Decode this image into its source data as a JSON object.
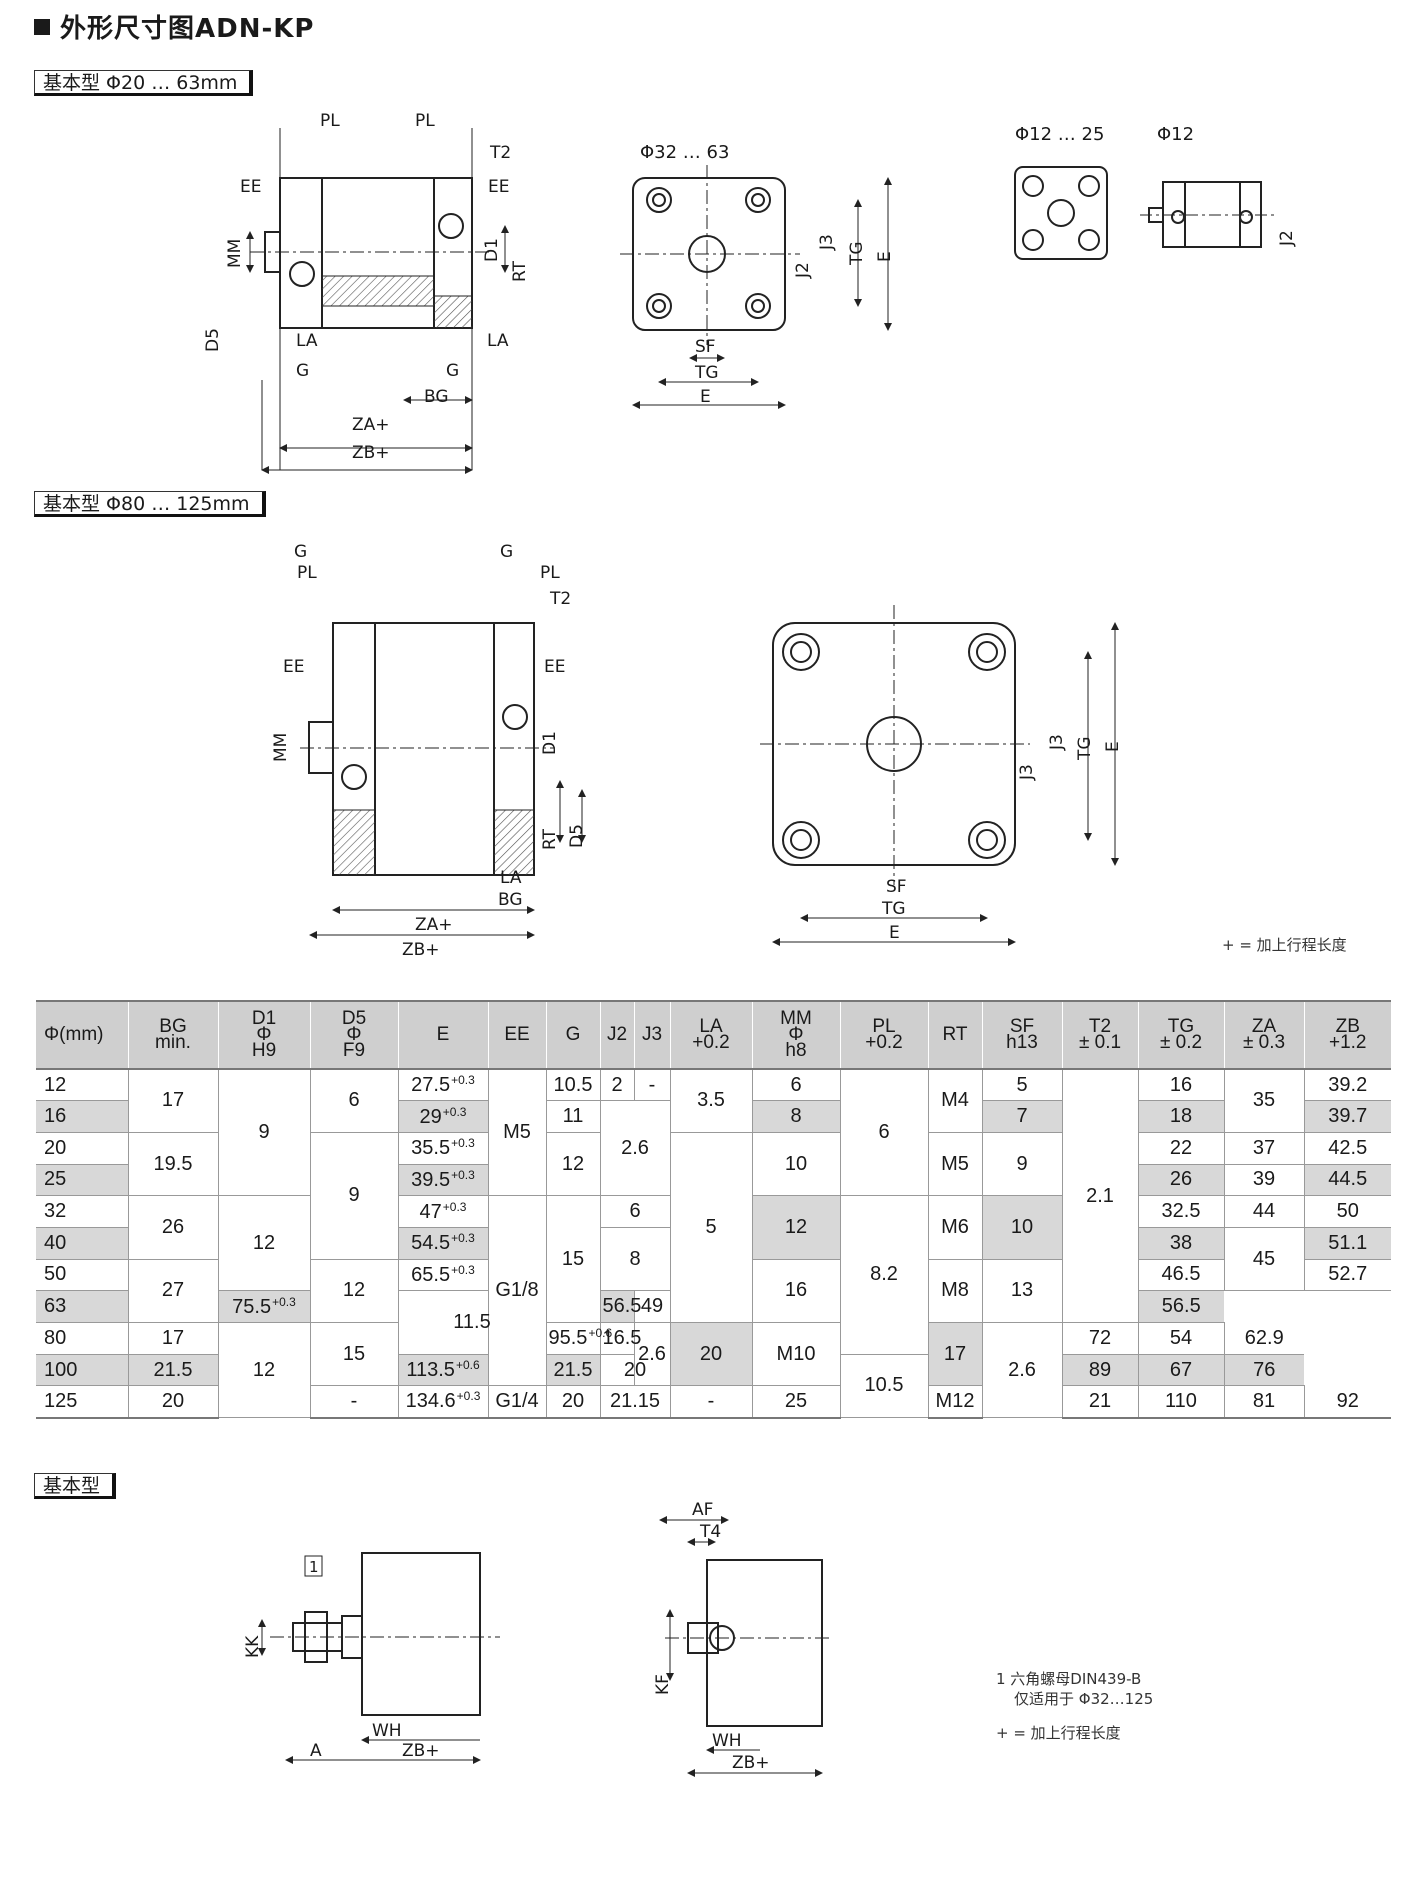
{
  "title": "外形尺寸图ADN-KP",
  "sections": {
    "basic_small": "基本型 Φ20 … 63mm",
    "basic_large": "基本型 Φ80 … 125mm",
    "basic": "基本型"
  },
  "view_labels": {
    "phi32_63": "Φ32 … 63",
    "phi12_25": "Φ12 … 25",
    "phi12": "Φ12"
  },
  "dims": {
    "PL": "PL",
    "T2": "T2",
    "EE": "EE",
    "MM": "MM",
    "D1": "D1",
    "RT": "RT",
    "D5": "D5",
    "LA": "LA",
    "G": "G",
    "BG": "BG",
    "ZA": "ZA+",
    "ZB": "ZB+",
    "J2": "J2",
    "J3": "J3",
    "TG": "TG",
    "E": "E",
    "SF": "SF",
    "KK": "KK",
    "A": "A",
    "WH": "WH",
    "AF": "AF",
    "T4": "T4",
    "KF": "KF",
    "callout": "1"
  },
  "notes": {
    "stroke_top": "+ =    加上行程长度",
    "nut_line1": "1 六角螺母DIN439-B",
    "nut_line2": "仅适用于 Φ32…125",
    "stroke_bottom": "+ = 加上行程长度"
  },
  "table": {
    "headers": [
      [
        "Φ(mm)"
      ],
      [
        "BG",
        "min."
      ],
      [
        "D1",
        "Φ",
        "H9"
      ],
      [
        "D5",
        "Φ",
        "F9"
      ],
      [
        "E"
      ],
      [
        "EE"
      ],
      [
        "G"
      ],
      [
        "J2"
      ],
      [
        "J3"
      ],
      [
        "LA",
        "+0.2"
      ],
      [
        "MM",
        "Φ",
        "h8"
      ],
      [
        "PL",
        "+0.2"
      ],
      [
        "RT"
      ],
      [
        "SF",
        "h13"
      ],
      [
        "T2",
        "± 0.1"
      ],
      [
        "TG",
        "± 0.2"
      ],
      [
        "ZA",
        "± 0.3"
      ],
      [
        "ZB",
        "+1.2"
      ]
    ],
    "phi": [
      "12",
      "16",
      "20",
      "25",
      "32",
      "40",
      "50",
      "63",
      "80",
      "100",
      "125"
    ],
    "BG": [
      "17",
      "19.5",
      "26",
      "27",
      "17",
      "21.5",
      "20"
    ],
    "D1": [
      "9",
      "12"
    ],
    "D5": [
      "6",
      "9",
      "12",
      "15",
      "-"
    ],
    "E": [
      {
        "v": "27.5",
        "tol": "+0.3"
      },
      {
        "v": "29",
        "tol": "+0.3"
      },
      {
        "v": "35.5",
        "tol": "+0.3"
      },
      {
        "v": "39.5",
        "tol": "+0.3"
      },
      {
        "v": "47",
        "tol": "+0.3"
      },
      {
        "v": "54.5",
        "tol": "+0.3"
      },
      {
        "v": "65.5",
        "tol": "+0.3"
      },
      {
        "v": "75.5",
        "tol": "+0.3"
      },
      {
        "v": "95.5",
        "tol": "+0.6"
      },
      {
        "v": "113.5",
        "tol": "+0.6"
      },
      {
        "v": "134.6",
        "tol": "+0.3"
      }
    ],
    "EE": [
      "M5",
      "G1/8",
      "G1/4"
    ],
    "G": [
      "10.5",
      "11",
      "12",
      "15",
      "16.5",
      "21.5",
      "20"
    ],
    "J2": [
      "2"
    ],
    "J3": [
      "-",
      "2.6",
      "6",
      "8",
      "11.5",
      "20",
      "21.15"
    ],
    "LA": [
      "3.5",
      "5",
      "2.6",
      "-"
    ],
    "MM": [
      "6",
      "8",
      "10",
      "12",
      "16",
      "20",
      "25"
    ],
    "PL": [
      "6",
      "8.2",
      "10.5"
    ],
    "RT": [
      "M4",
      "M5",
      "M6",
      "M8",
      "M10",
      "M12"
    ],
    "SF": [
      "5",
      "7",
      "9",
      "10",
      "13",
      "17",
      "21"
    ],
    "T2": [
      "2.1",
      "2.6"
    ],
    "TG": [
      "16",
      "18",
      "22",
      "26",
      "32.5",
      "38",
      "46.5",
      "56.5",
      "72",
      "89",
      "110"
    ],
    "ZA": [
      "35",
      "37",
      "39",
      "44",
      "45",
      "49",
      "54",
      "67",
      "81"
    ],
    "ZB": [
      "39.2",
      "39.7",
      "42.5",
      "44.5",
      "50",
      "51.1",
      "52.7",
      "56.5",
      "62.9",
      "76",
      "92"
    ]
  }
}
